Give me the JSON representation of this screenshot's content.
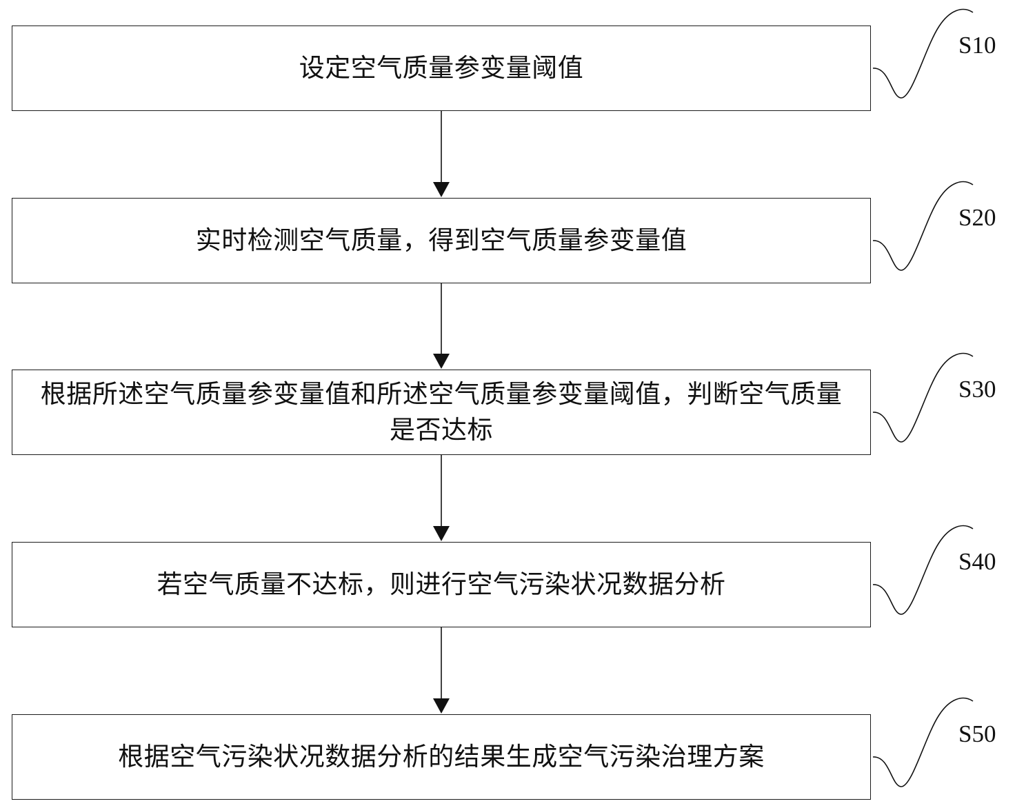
{
  "flowchart": {
    "steps": [
      {
        "id": "S10",
        "text": "设定空气质量参变量阈值"
      },
      {
        "id": "S20",
        "text": "实时检测空气质量，得到空气质量参变量值"
      },
      {
        "id": "S30",
        "text": "根据所述空气质量参变量值和所述空气质量参变量阈值，判断空气质量是否达标"
      },
      {
        "id": "S40",
        "text": "若空气质量不达标，则进行空气污染状况数据分析"
      },
      {
        "id": "S50",
        "text": "根据空气污染状况数据分析的结果生成空气污染治理方案"
      }
    ]
  }
}
